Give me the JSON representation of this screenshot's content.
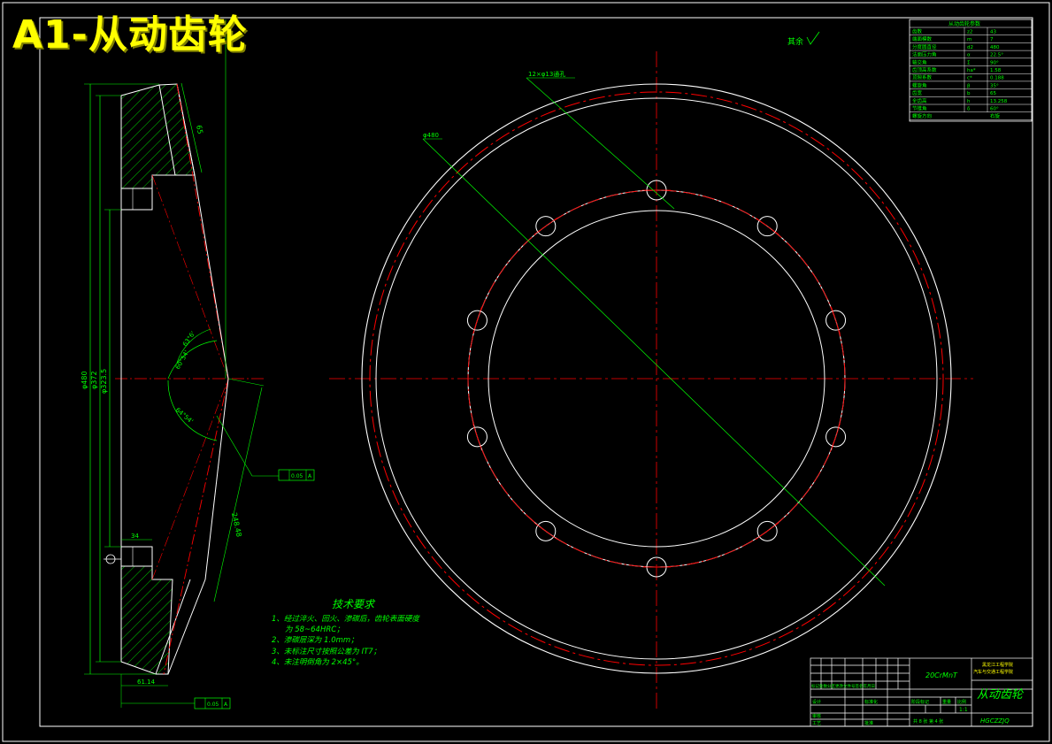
{
  "title": "A1-从动齿轮",
  "colors": {
    "background": "#000000",
    "outline": "#ffffff",
    "center_line": "#ff0000",
    "dimension": "#00ff00",
    "title_text": "#ffff00"
  },
  "roughness_note": "其余",
  "callouts": {
    "hole_pattern": "12×φ13通孔",
    "outer_diameter": "φ480"
  },
  "dimensions": {
    "outer_dia": "φ480",
    "dia_2": "φ372",
    "dia_3": "φ323.5",
    "angle_1": "63°6'",
    "angle_2": "60°54'",
    "angle_3": "64°54'",
    "cone_len": "248.48",
    "face_width": "65",
    "hub_len": "61.14",
    "bore_w": "34",
    "tol_1": "0.05",
    "tol_2": "0.05",
    "tol_label": "A"
  },
  "params_table": {
    "header": "从动齿轮参数",
    "rows": [
      [
        "齿数",
        "z2",
        "43"
      ],
      [
        "端面模数",
        "m",
        "7"
      ],
      [
        "分度圆直径",
        "d2",
        "480"
      ],
      [
        "法面压力角",
        "α",
        "22.5°"
      ],
      [
        "轴交角",
        "Σ",
        "90°"
      ],
      [
        "齿顶高系数",
        "ha*",
        "1.58"
      ],
      [
        "顶隙系数",
        "c*",
        "0.188"
      ],
      [
        "螺旋角",
        "β",
        "35°"
      ],
      [
        "齿宽",
        "b",
        "65"
      ],
      [
        "全齿高",
        "h",
        "13.258"
      ],
      [
        "节锥角",
        "δ",
        "60°"
      ]
    ],
    "footer": [
      "螺旋方向",
      "右旋"
    ]
  },
  "tech_requirements": {
    "title": "技术要求",
    "items": [
      "1、经过淬火、回火、渗碳后，齿轮表面硬度",
      "为 58~64HRC；",
      "2、渗碳层深为 1.0mm；",
      "3、未标注尺寸按照公差为 IT7；",
      "4、未注明倒角为 2×45°。"
    ]
  },
  "title_block": {
    "material": "20CrMnT",
    "school": "黑龙江工程学院",
    "dept": "汽车与交通工程学院",
    "part_name": "从动齿轮",
    "drawing_no": "HGCZZJQ",
    "scale": "1:1",
    "sheet": "共 8 张 第 4 张",
    "label_revision": "标记处数分区更改文件号签名年月日",
    "label_design": "设计",
    "label_standard": "标准化",
    "label_stage": "阶段标记",
    "label_weight": "重量",
    "label_ratio": "比例",
    "label_check": "审核",
    "label_process": "工艺",
    "label_approve": "批准"
  }
}
